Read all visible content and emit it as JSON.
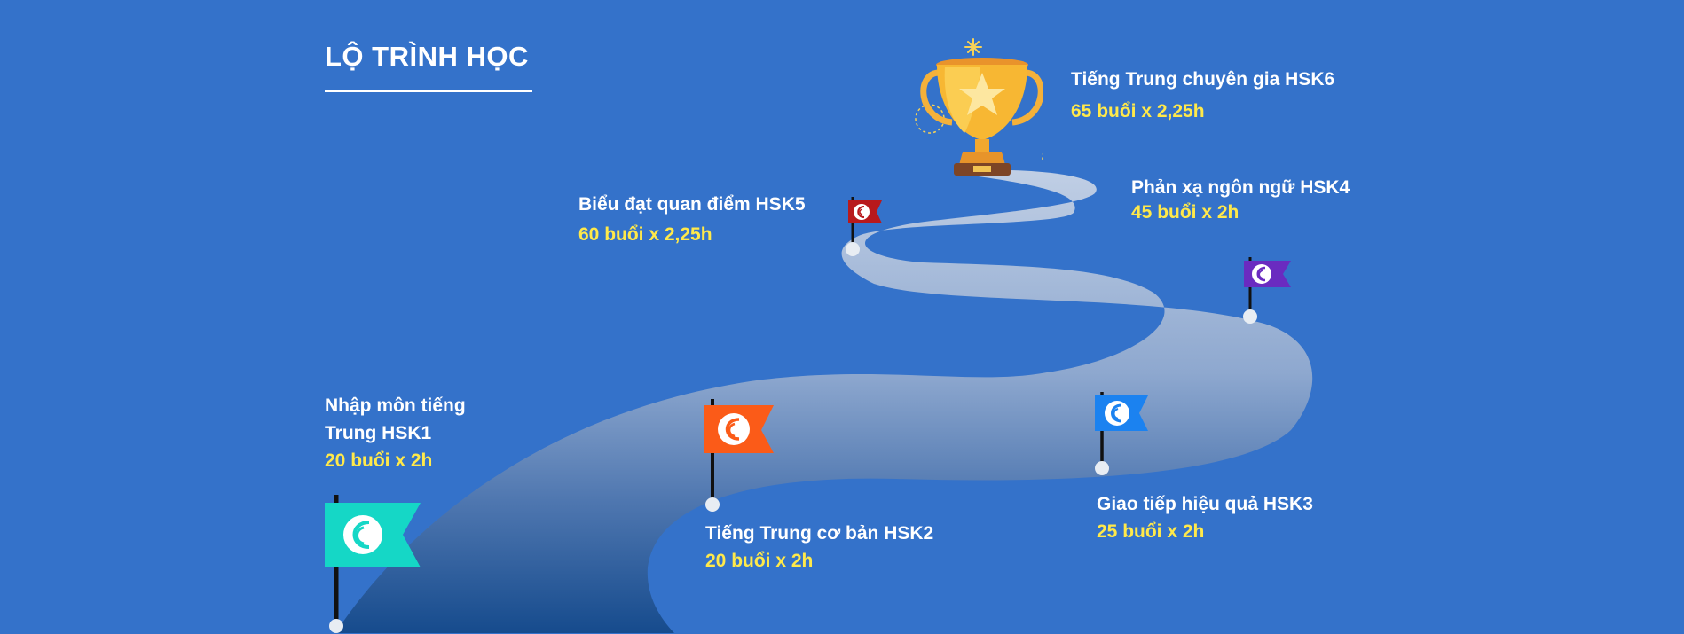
{
  "title": "LỘ TRÌNH HỌC",
  "milestones": [
    {
      "name_line1": "Nhập môn tiếng",
      "name_line2": "Trung HSK1",
      "duration": "20 buổi x 2h",
      "flag_color": "#15d7c6"
    },
    {
      "name": "Tiếng Trung cơ bản HSK2",
      "duration": "20 buổi x 2h",
      "flag_color": "#fb5b18"
    },
    {
      "name": "Giao tiếp hiệu quả HSK3",
      "duration": "25 buổi x 2h",
      "flag_color": "#1b82f0"
    },
    {
      "name": "Phản xạ ngôn ngữ HSK4",
      "duration": "45 buổi x 2h",
      "flag_color": "#6a2bc0"
    },
    {
      "name": "Biểu đạt quan điểm HSK5",
      "duration": "60 buổi x 2,25h",
      "flag_color": "#b8191c"
    },
    {
      "name": "Tiếng Trung chuyên gia HSK6",
      "duration": "65 buổi x 2,25h"
    }
  ],
  "colors": {
    "background": "#3472ca",
    "accent_yellow": "#ffe94a",
    "road_light": "#c3d1e6",
    "road_dark": "#164b8d"
  },
  "icons": [
    "trophy-icon",
    "flag-icon",
    "brand-logo-icon"
  ]
}
